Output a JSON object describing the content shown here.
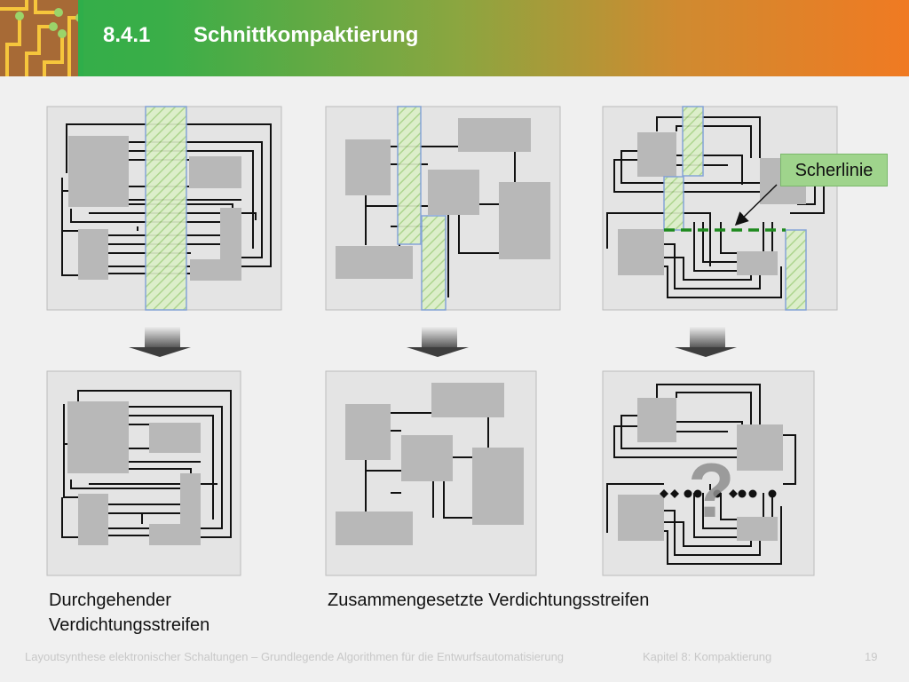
{
  "header": {
    "number": "8.4.1",
    "title": "Schnittkompaktierung",
    "logo_icon": "circuit-board-icon"
  },
  "labels": {
    "scherlinie": "Scherlinie",
    "question_mark": "?"
  },
  "captions": {
    "left_line1": "Durchgehender",
    "left_line2": "Verdichtungsstreifen",
    "right": "Zusammengesetzte Verdichtungsstreifen"
  },
  "footer": {
    "course": "Layoutsynthese elektronischer Schaltungen – Grundlegende Algorithmen für die Entwurfsautomatisierung",
    "chapter": "Kapitel 8: Kompaktierung",
    "page": "19"
  },
  "colors": {
    "header_green": "#2fae4a",
    "header_orange": "#f07a22",
    "strip_fill": "#c8e6a8",
    "strip_border": "#7f9fd8",
    "shear_line": "#1e8a1e",
    "block": "#b8b8b8",
    "panel": "#e4e4e4"
  }
}
